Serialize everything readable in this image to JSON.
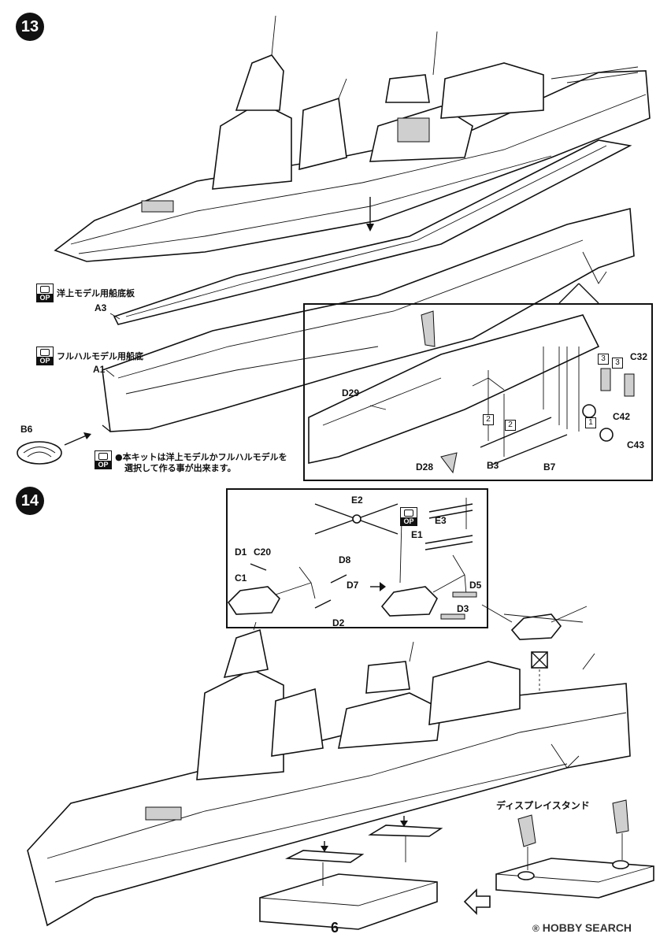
{
  "steps": {
    "s13": "13",
    "s14": "14"
  },
  "step13": {
    "op_icon_text": "OP",
    "note_waterline": "洋上モデル用船底板",
    "note_fullhull": "フルハルモデル用船底",
    "note_choice": "●本キットは洋上モデルかフルハルモデルを",
    "note_choice2": "選択して作る事が出来ます。",
    "parts": {
      "A3": "A3",
      "A1": "A1",
      "B6": "B6",
      "D29": "D29",
      "D28": "D28",
      "B3": "B3",
      "B7": "B7",
      "C32": "C32",
      "C42": "C42",
      "C43": "C43"
    },
    "qty": {
      "q2a": "2",
      "q2b": "2",
      "q1": "1",
      "q3a": "3",
      "q3b": "3"
    }
  },
  "step14": {
    "op_icon_text": "OP",
    "display_stand": "ディスプレイスタンド",
    "parts": {
      "E2": "E2",
      "E3": "E3",
      "E1": "E1",
      "D1": "D1",
      "C20": "C20",
      "C1": "C1",
      "D8": "D8",
      "D7": "D7",
      "D2": "D2",
      "D5": "D5",
      "D3": "D3"
    }
  },
  "footer": {
    "page_number": "6",
    "watermark": "HOBBY SEARCH",
    "watermark_mark": "®"
  }
}
